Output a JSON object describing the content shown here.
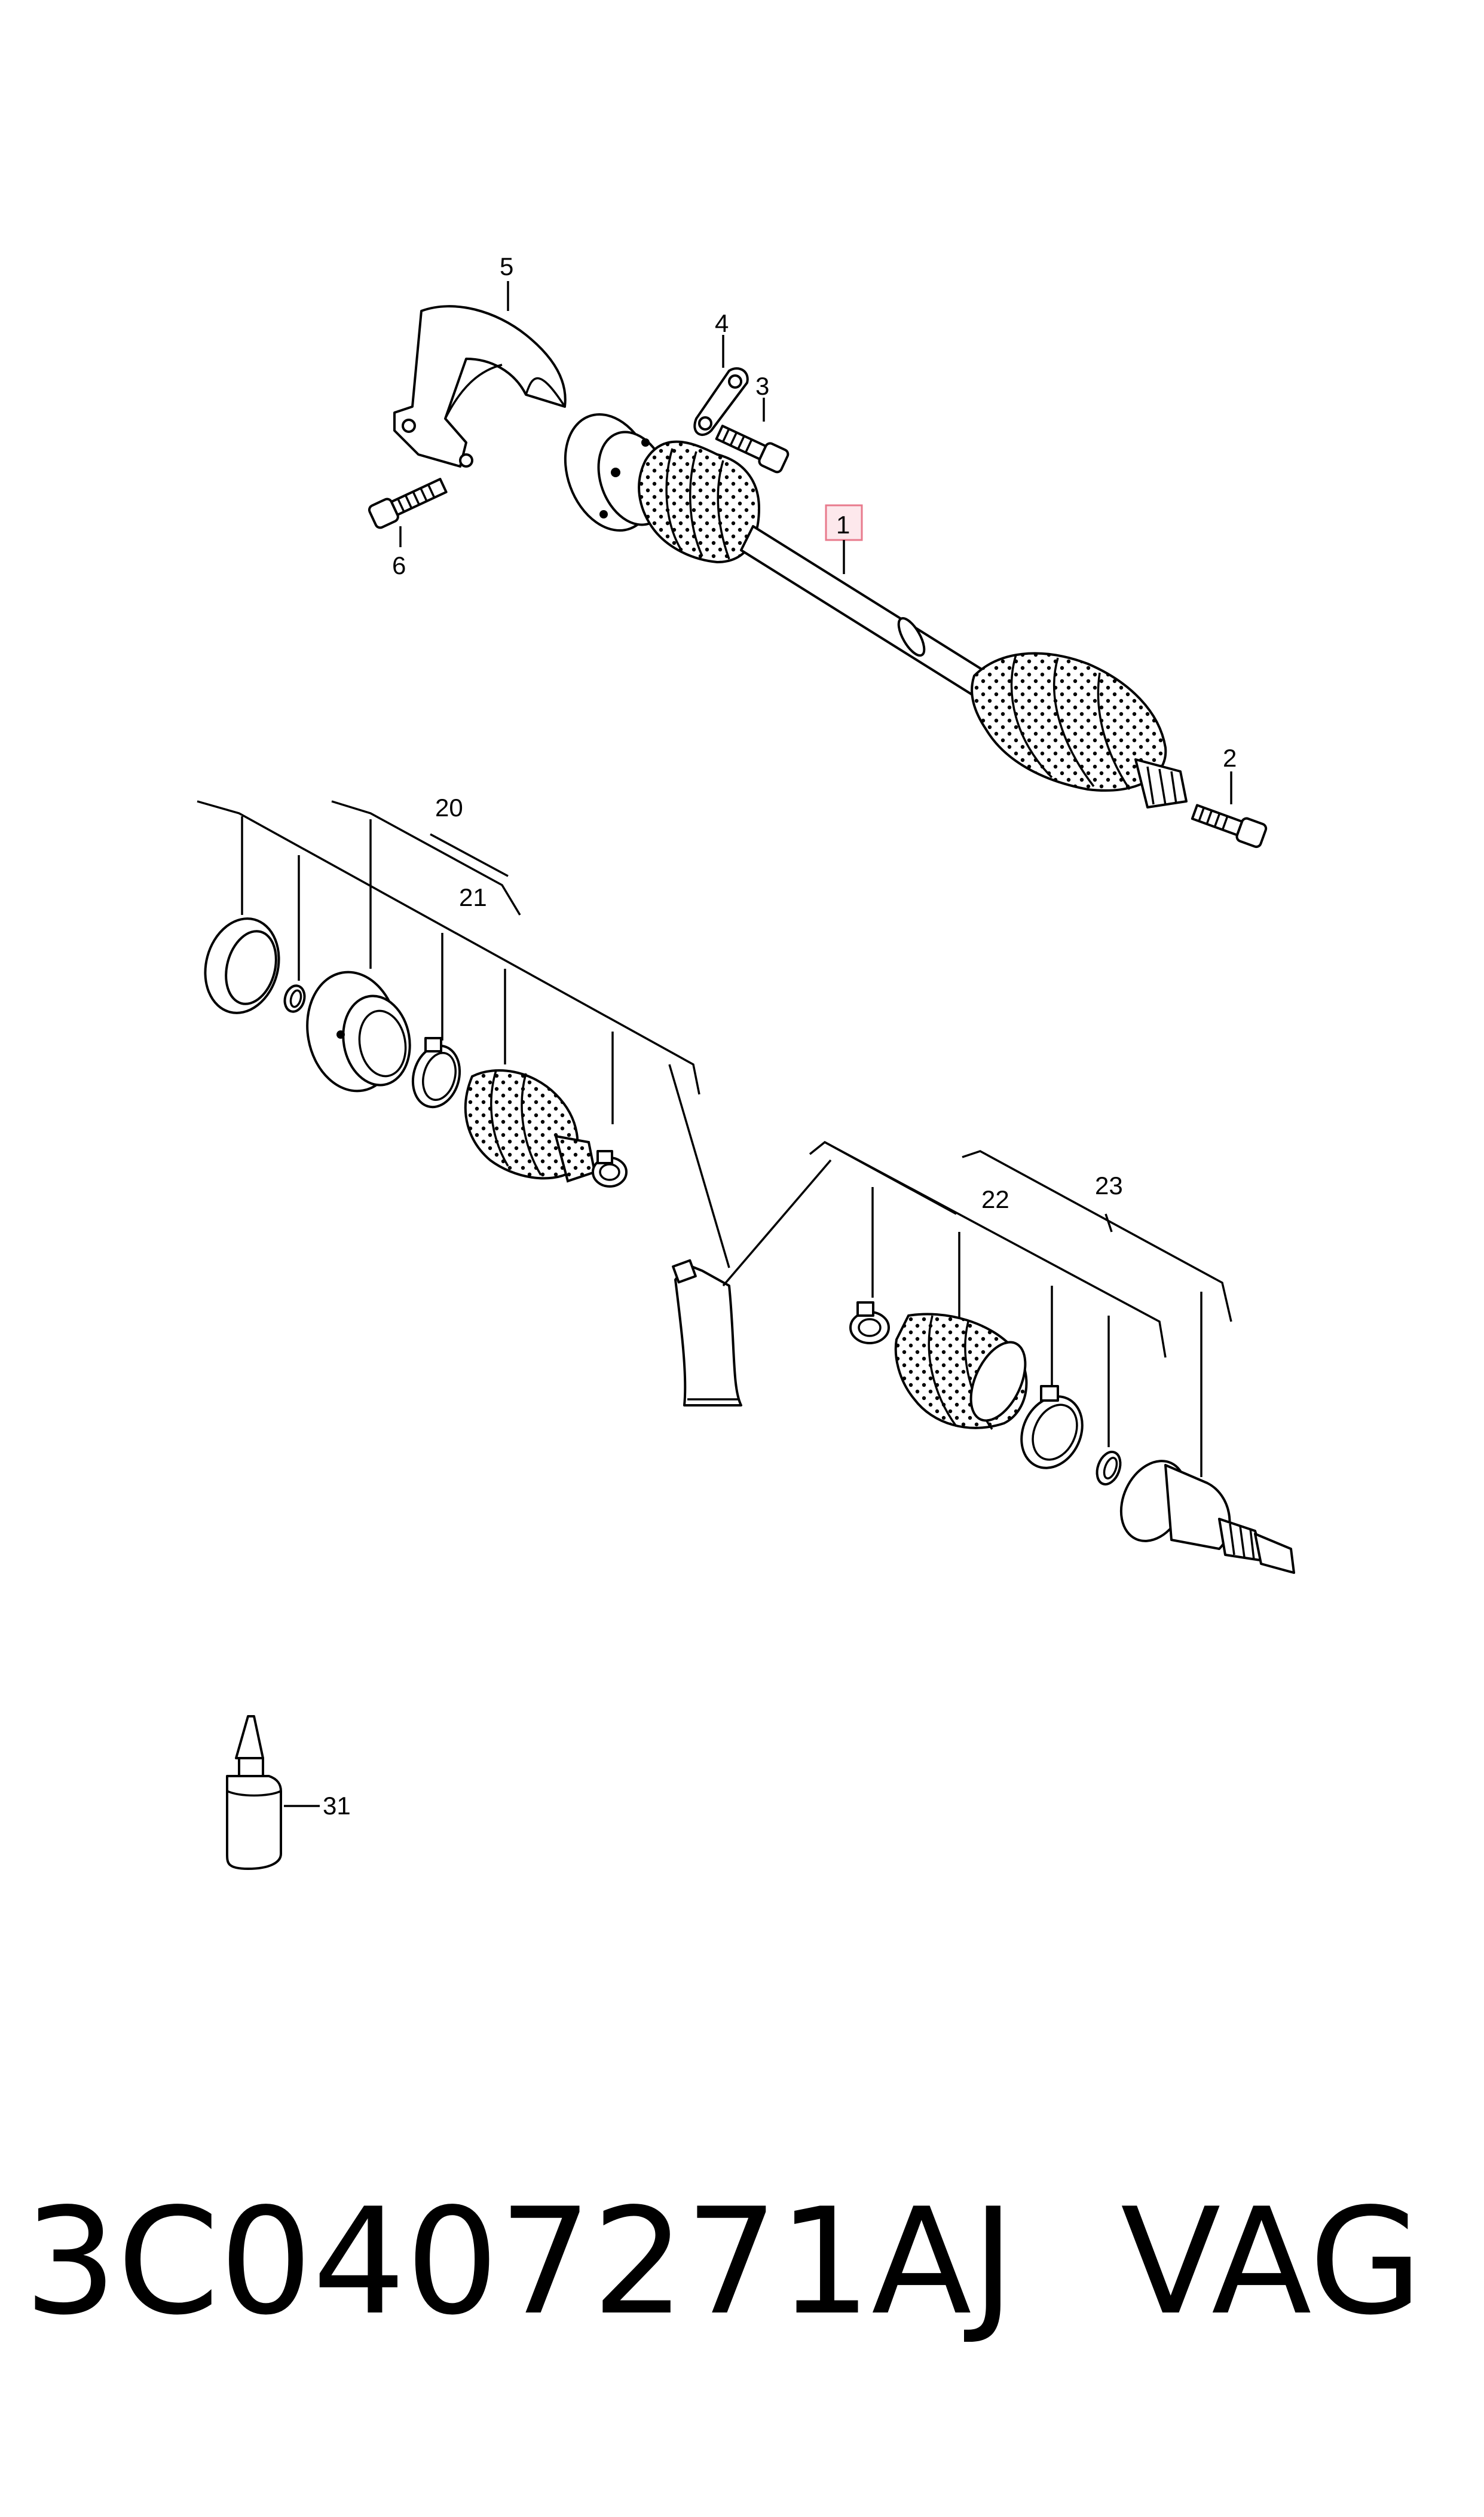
{
  "callouts": {
    "c1": "1",
    "c2": "2",
    "c3": "3",
    "c4": "4",
    "c5": "5",
    "c6": "6",
    "c20": "20",
    "c21": "21",
    "c22": "22",
    "c23": "23",
    "c31": "31"
  },
  "highlight_color": "#e87a8c",
  "footer": {
    "part_number": "3C0407271AJ",
    "brand": "VAG"
  }
}
